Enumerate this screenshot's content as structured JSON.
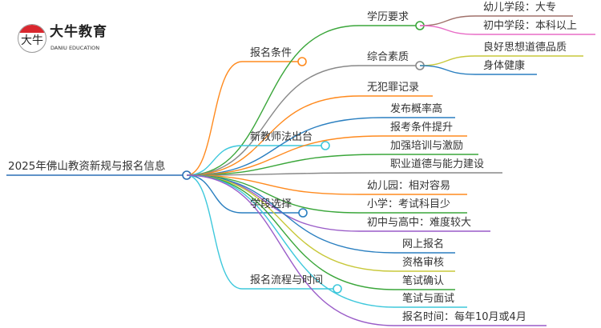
{
  "logo": {
    "name_cn": "大牛教育",
    "name_en": "DANIU EDUCATION",
    "mark_text": "大牛"
  },
  "root": {
    "label": "2025年佛山教资新规与报名信息",
    "color": "#2a6fb5"
  },
  "branches": [
    {
      "label": "报名条件",
      "color": "#ff8a1e",
      "children": [
        {
          "label": "学历要求",
          "color": "#3aa63a",
          "children": [
            {
              "label": "幼儿学段：大专",
              "color": "#a0706a"
            },
            {
              "label": "初中学段：本科以上",
              "color": "#e86bc6"
            }
          ]
        },
        {
          "label": "综合素质",
          "color": "#888888",
          "children": [
            {
              "label": "良好思想道德品质",
              "color": "#c8c83a"
            },
            {
              "label": "身体健康",
              "color": "#2a7fc0"
            }
          ]
        },
        {
          "label": "无犯罪记录",
          "color": "#ff8a1e"
        }
      ]
    },
    {
      "label": "新教师法出台",
      "color": "#3ec8dc",
      "children": [
        {
          "label": "发布概率高",
          "color": "#2a7fc0"
        },
        {
          "label": "报考条件提升",
          "color": "#ff8a1e"
        },
        {
          "label": "加强培训与激励",
          "color": "#3aa63a"
        },
        {
          "label": "职业道德与能力建设",
          "color": "#888888"
        }
      ]
    },
    {
      "label": "学段选择",
      "color": "#2a7fc0",
      "children": [
        {
          "label": "幼儿园：相对容易",
          "color": "#ff8a1e"
        },
        {
          "label": "小学：考试科目少",
          "color": "#3aa63a"
        },
        {
          "label": "初中与高中：难度较大",
          "color": "#9a5cc8"
        }
      ]
    },
    {
      "label": "报名流程与时间",
      "color": "#3ec8dc",
      "children": [
        {
          "label": "网上报名",
          "color": "#2a7fc0"
        },
        {
          "label": "资格审核",
          "color": "#c8c83a"
        },
        {
          "label": "笔试确认",
          "color": "#3aa63a"
        },
        {
          "label": "笔试与面试",
          "color": "#3ec8dc"
        },
        {
          "label": "报名时间：每年10月或4月",
          "color": "#9a5cc8"
        }
      ]
    }
  ]
}
